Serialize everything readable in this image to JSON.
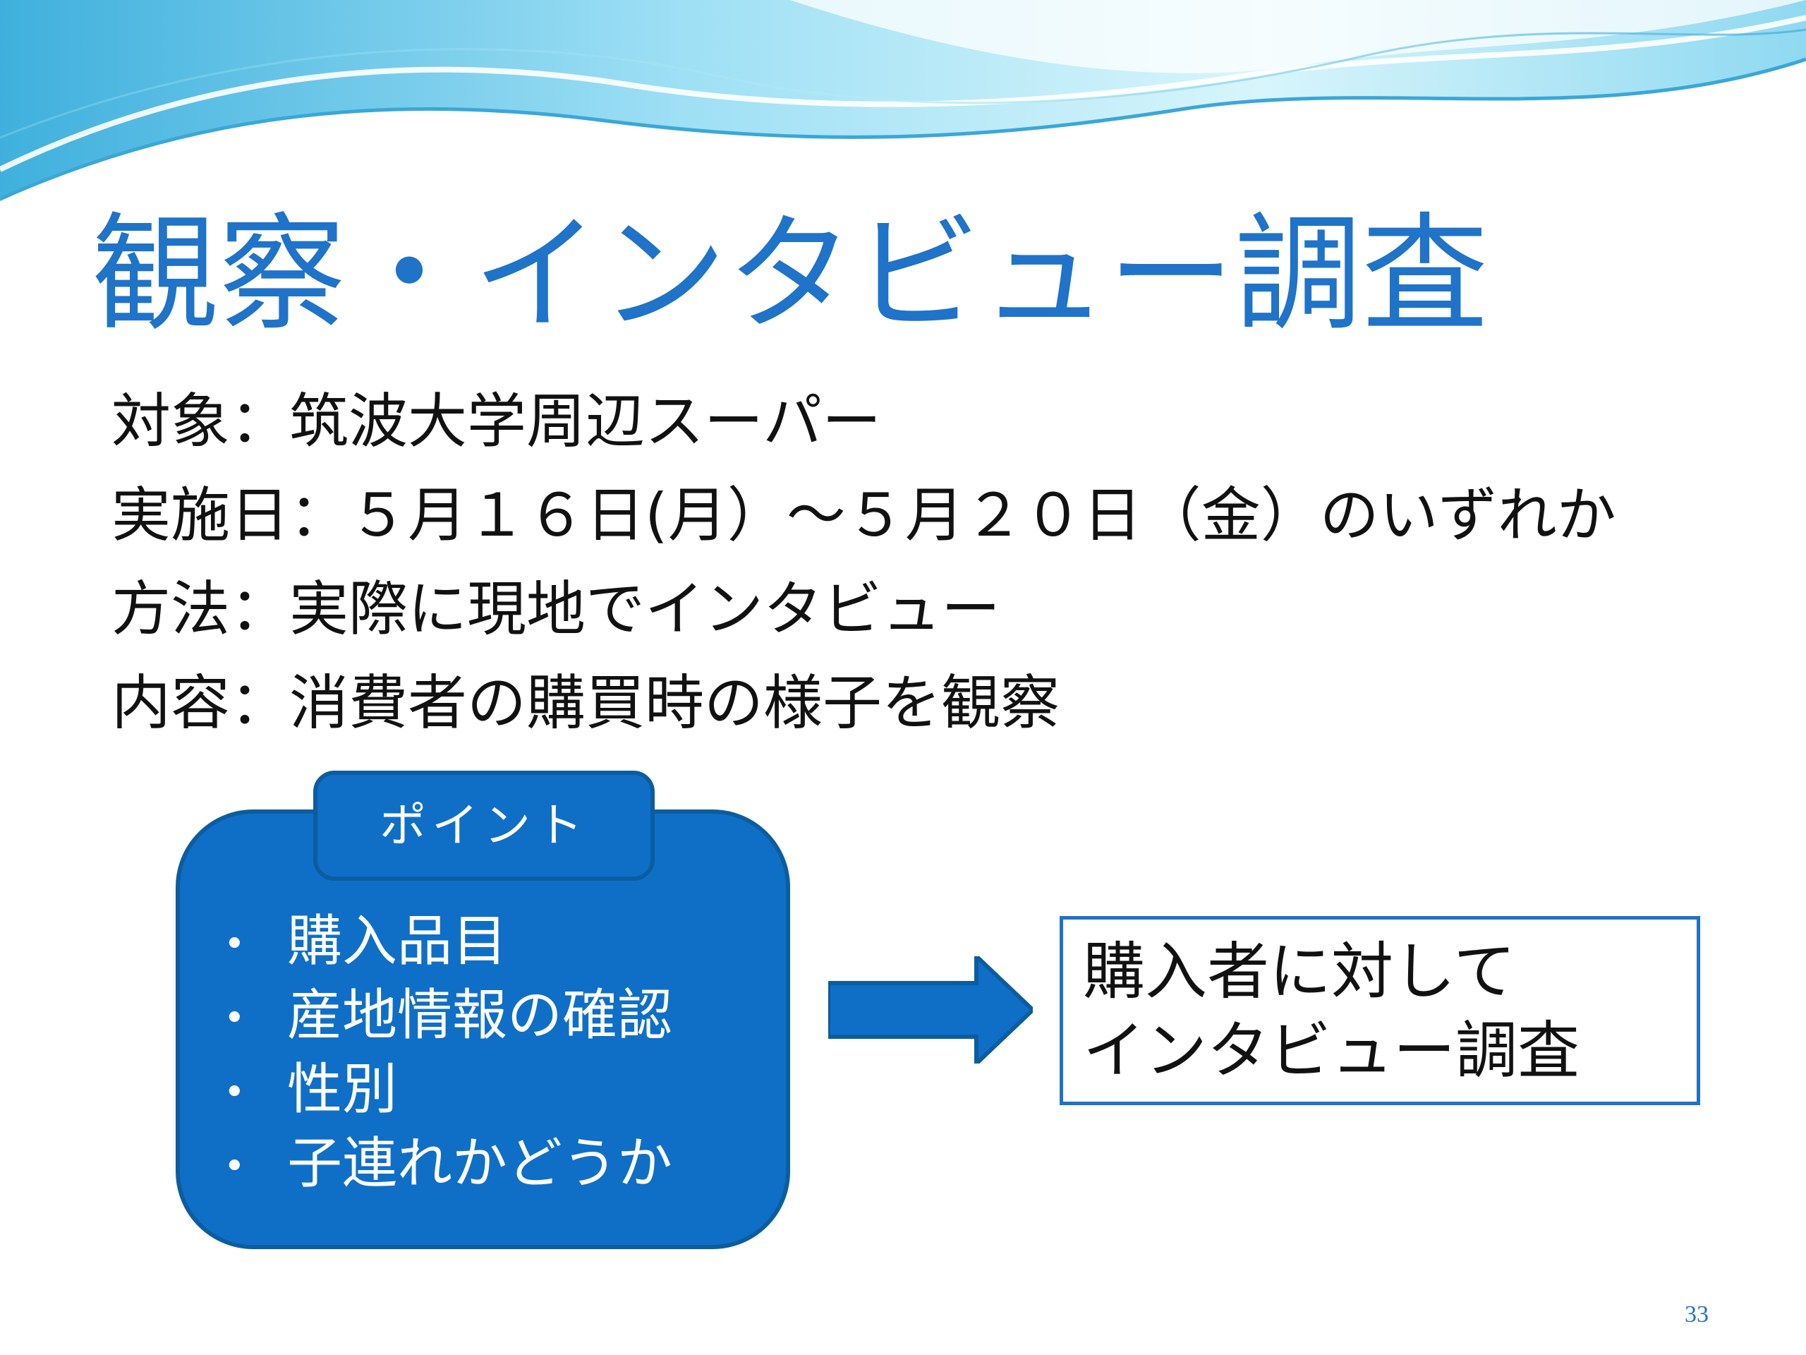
{
  "title": "観察・インタビュー調査",
  "details": {
    "target": "対象：筑波大学周辺スーパー",
    "date": "実施日：５月１６日(月）～５月２０日（金）のいずれか",
    "method": "方法：実際に現地でインタビュー",
    "content": "内容：消費者の購買時の様子を観察"
  },
  "point": {
    "label": "ポイント",
    "items": [
      "購入品目",
      "産地情報の確認",
      "性別",
      "子連れかどうか"
    ]
  },
  "result": {
    "line1": "購入者に対して",
    "line2": "インタビュー調査"
  },
  "page_number": "33",
  "colors": {
    "title_blue": "#1f73c8",
    "box_blue": "#0f6fc7",
    "wave_light": "#8fdaf2",
    "wave_mid": "#5bb8e3"
  },
  "icons": {
    "arrow": "arrow-right-icon",
    "bullet": "bullet-dot-icon"
  }
}
